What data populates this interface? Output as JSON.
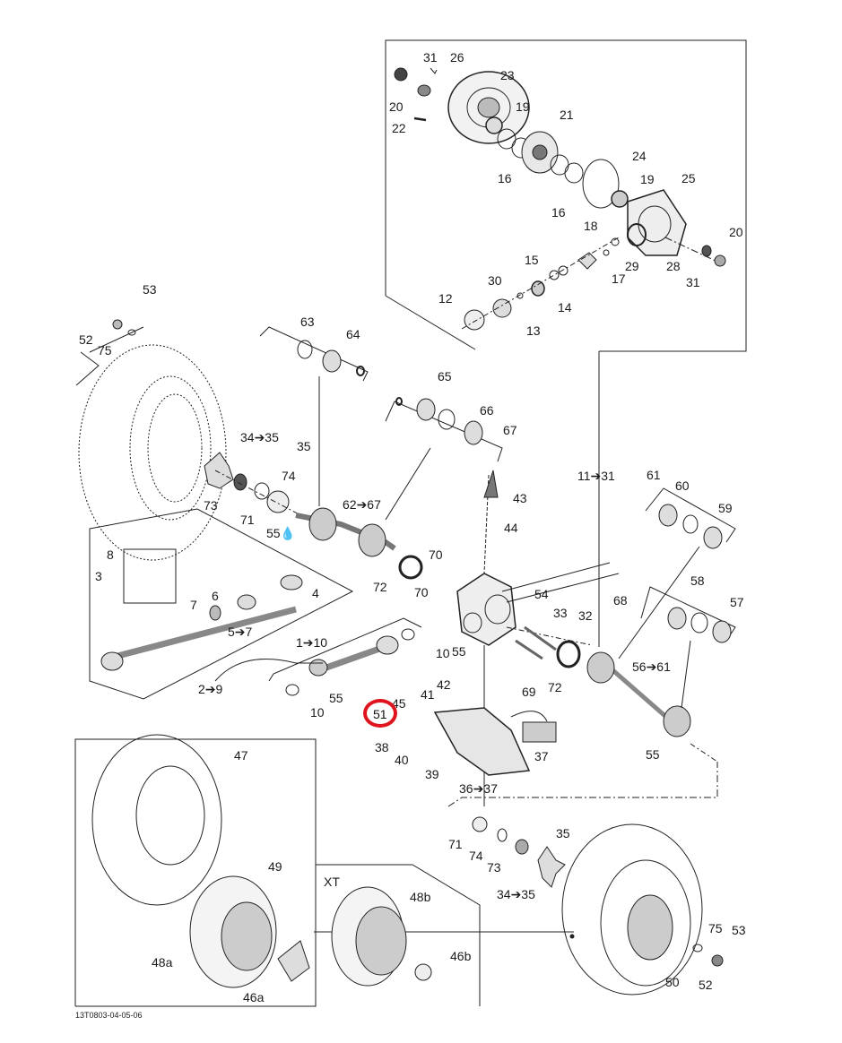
{
  "diagram": {
    "title": "Rear drive / differential and wheel exploded view",
    "reference_code": "13T0803-04-05-06",
    "variant_label": "XT",
    "highlight": {
      "part": "51",
      "color": "#e0141e"
    },
    "oil_icon": "oil-drop-icon",
    "arrow_icon": "right-arrow-icon",
    "labels": [
      {
        "id": "l31a",
        "text": "31"
      },
      {
        "id": "l26",
        "text": "26"
      },
      {
        "id": "l23",
        "text": "23"
      },
      {
        "id": "l20a",
        "text": "20"
      },
      {
        "id": "l22",
        "text": "22"
      },
      {
        "id": "l19a",
        "text": "19"
      },
      {
        "id": "l21",
        "text": "21"
      },
      {
        "id": "l16a",
        "text": "16"
      },
      {
        "id": "l24",
        "text": "24"
      },
      {
        "id": "l19b",
        "text": "19"
      },
      {
        "id": "l25",
        "text": "25"
      },
      {
        "id": "l16b",
        "text": "16"
      },
      {
        "id": "l18",
        "text": "18"
      },
      {
        "id": "l20b",
        "text": "20"
      },
      {
        "id": "l15",
        "text": "15"
      },
      {
        "id": "l29",
        "text": "29"
      },
      {
        "id": "l28",
        "text": "28"
      },
      {
        "id": "l17",
        "text": "17"
      },
      {
        "id": "l31b",
        "text": "31"
      },
      {
        "id": "l30",
        "text": "30"
      },
      {
        "id": "l12",
        "text": "12"
      },
      {
        "id": "l14",
        "text": "14"
      },
      {
        "id": "l13",
        "text": "13"
      },
      {
        "id": "l53a",
        "text": "53"
      },
      {
        "id": "l52a",
        "text": "52"
      },
      {
        "id": "l75a",
        "text": "75"
      },
      {
        "id": "l63",
        "text": "63"
      },
      {
        "id": "l64",
        "text": "64"
      },
      {
        "id": "l65",
        "text": "65"
      },
      {
        "id": "l66",
        "text": "66"
      },
      {
        "id": "l67",
        "text": "67"
      },
      {
        "id": "l34a",
        "text": "34➔35"
      },
      {
        "id": "l35a",
        "text": "35"
      },
      {
        "id": "l74a",
        "text": "74"
      },
      {
        "id": "l73a",
        "text": "73"
      },
      {
        "id": "l71a",
        "text": "71"
      },
      {
        "id": "l62",
        "text": "62➔67"
      },
      {
        "id": "l55a",
        "text": "55"
      },
      {
        "id": "l11",
        "text": "11➔31"
      },
      {
        "id": "l61",
        "text": "61"
      },
      {
        "id": "l60",
        "text": "60"
      },
      {
        "id": "l59",
        "text": "59"
      },
      {
        "id": "l43",
        "text": "43"
      },
      {
        "id": "l44",
        "text": "44"
      },
      {
        "id": "l8",
        "text": "8"
      },
      {
        "id": "l3",
        "text": "3"
      },
      {
        "id": "l4",
        "text": "4"
      },
      {
        "id": "l7",
        "text": "7"
      },
      {
        "id": "l6",
        "text": "6"
      },
      {
        "id": "l5",
        "text": "5➔7"
      },
      {
        "id": "l2",
        "text": "2➔9"
      },
      {
        "id": "l1",
        "text": "1➔10"
      },
      {
        "id": "l70a",
        "text": "70"
      },
      {
        "id": "l72a",
        "text": "72"
      },
      {
        "id": "l70b",
        "text": "70"
      },
      {
        "id": "l54",
        "text": "54"
      },
      {
        "id": "l68",
        "text": "68"
      },
      {
        "id": "l58",
        "text": "58"
      },
      {
        "id": "l57",
        "text": "57"
      },
      {
        "id": "l33",
        "text": "33"
      },
      {
        "id": "l32",
        "text": "32"
      },
      {
        "id": "l10a",
        "text": "10"
      },
      {
        "id": "l55b",
        "text": "55"
      },
      {
        "id": "l42",
        "text": "42"
      },
      {
        "id": "l41",
        "text": "41"
      },
      {
        "id": "l69",
        "text": "69"
      },
      {
        "id": "l72b",
        "text": "72"
      },
      {
        "id": "l56",
        "text": "56➔61"
      },
      {
        "id": "l55c",
        "text": "55"
      },
      {
        "id": "l10b",
        "text": "10"
      },
      {
        "id": "l45",
        "text": "45"
      },
      {
        "id": "l51",
        "text": "51"
      },
      {
        "id": "l38",
        "text": "38"
      },
      {
        "id": "l40",
        "text": "40"
      },
      {
        "id": "l39",
        "text": "39"
      },
      {
        "id": "l37",
        "text": "37"
      },
      {
        "id": "l36",
        "text": "36➔37"
      },
      {
        "id": "l55d",
        "text": "55"
      },
      {
        "id": "l47",
        "text": "47"
      },
      {
        "id": "l49",
        "text": "49"
      },
      {
        "id": "l48a",
        "text": "48a"
      },
      {
        "id": "l46a",
        "text": "46a"
      },
      {
        "id": "l48b",
        "text": "48b"
      },
      {
        "id": "l46b",
        "text": "46b"
      },
      {
        "id": "l35b",
        "text": "35"
      },
      {
        "id": "l71b",
        "text": "71"
      },
      {
        "id": "l74b",
        "text": "74"
      },
      {
        "id": "l73b",
        "text": "73"
      },
      {
        "id": "l34b",
        "text": "34➔35"
      },
      {
        "id": "l75b",
        "text": "75"
      },
      {
        "id": "l53b",
        "text": "53"
      },
      {
        "id": "l50",
        "text": "50"
      },
      {
        "id": "l52b",
        "text": "52"
      }
    ]
  }
}
